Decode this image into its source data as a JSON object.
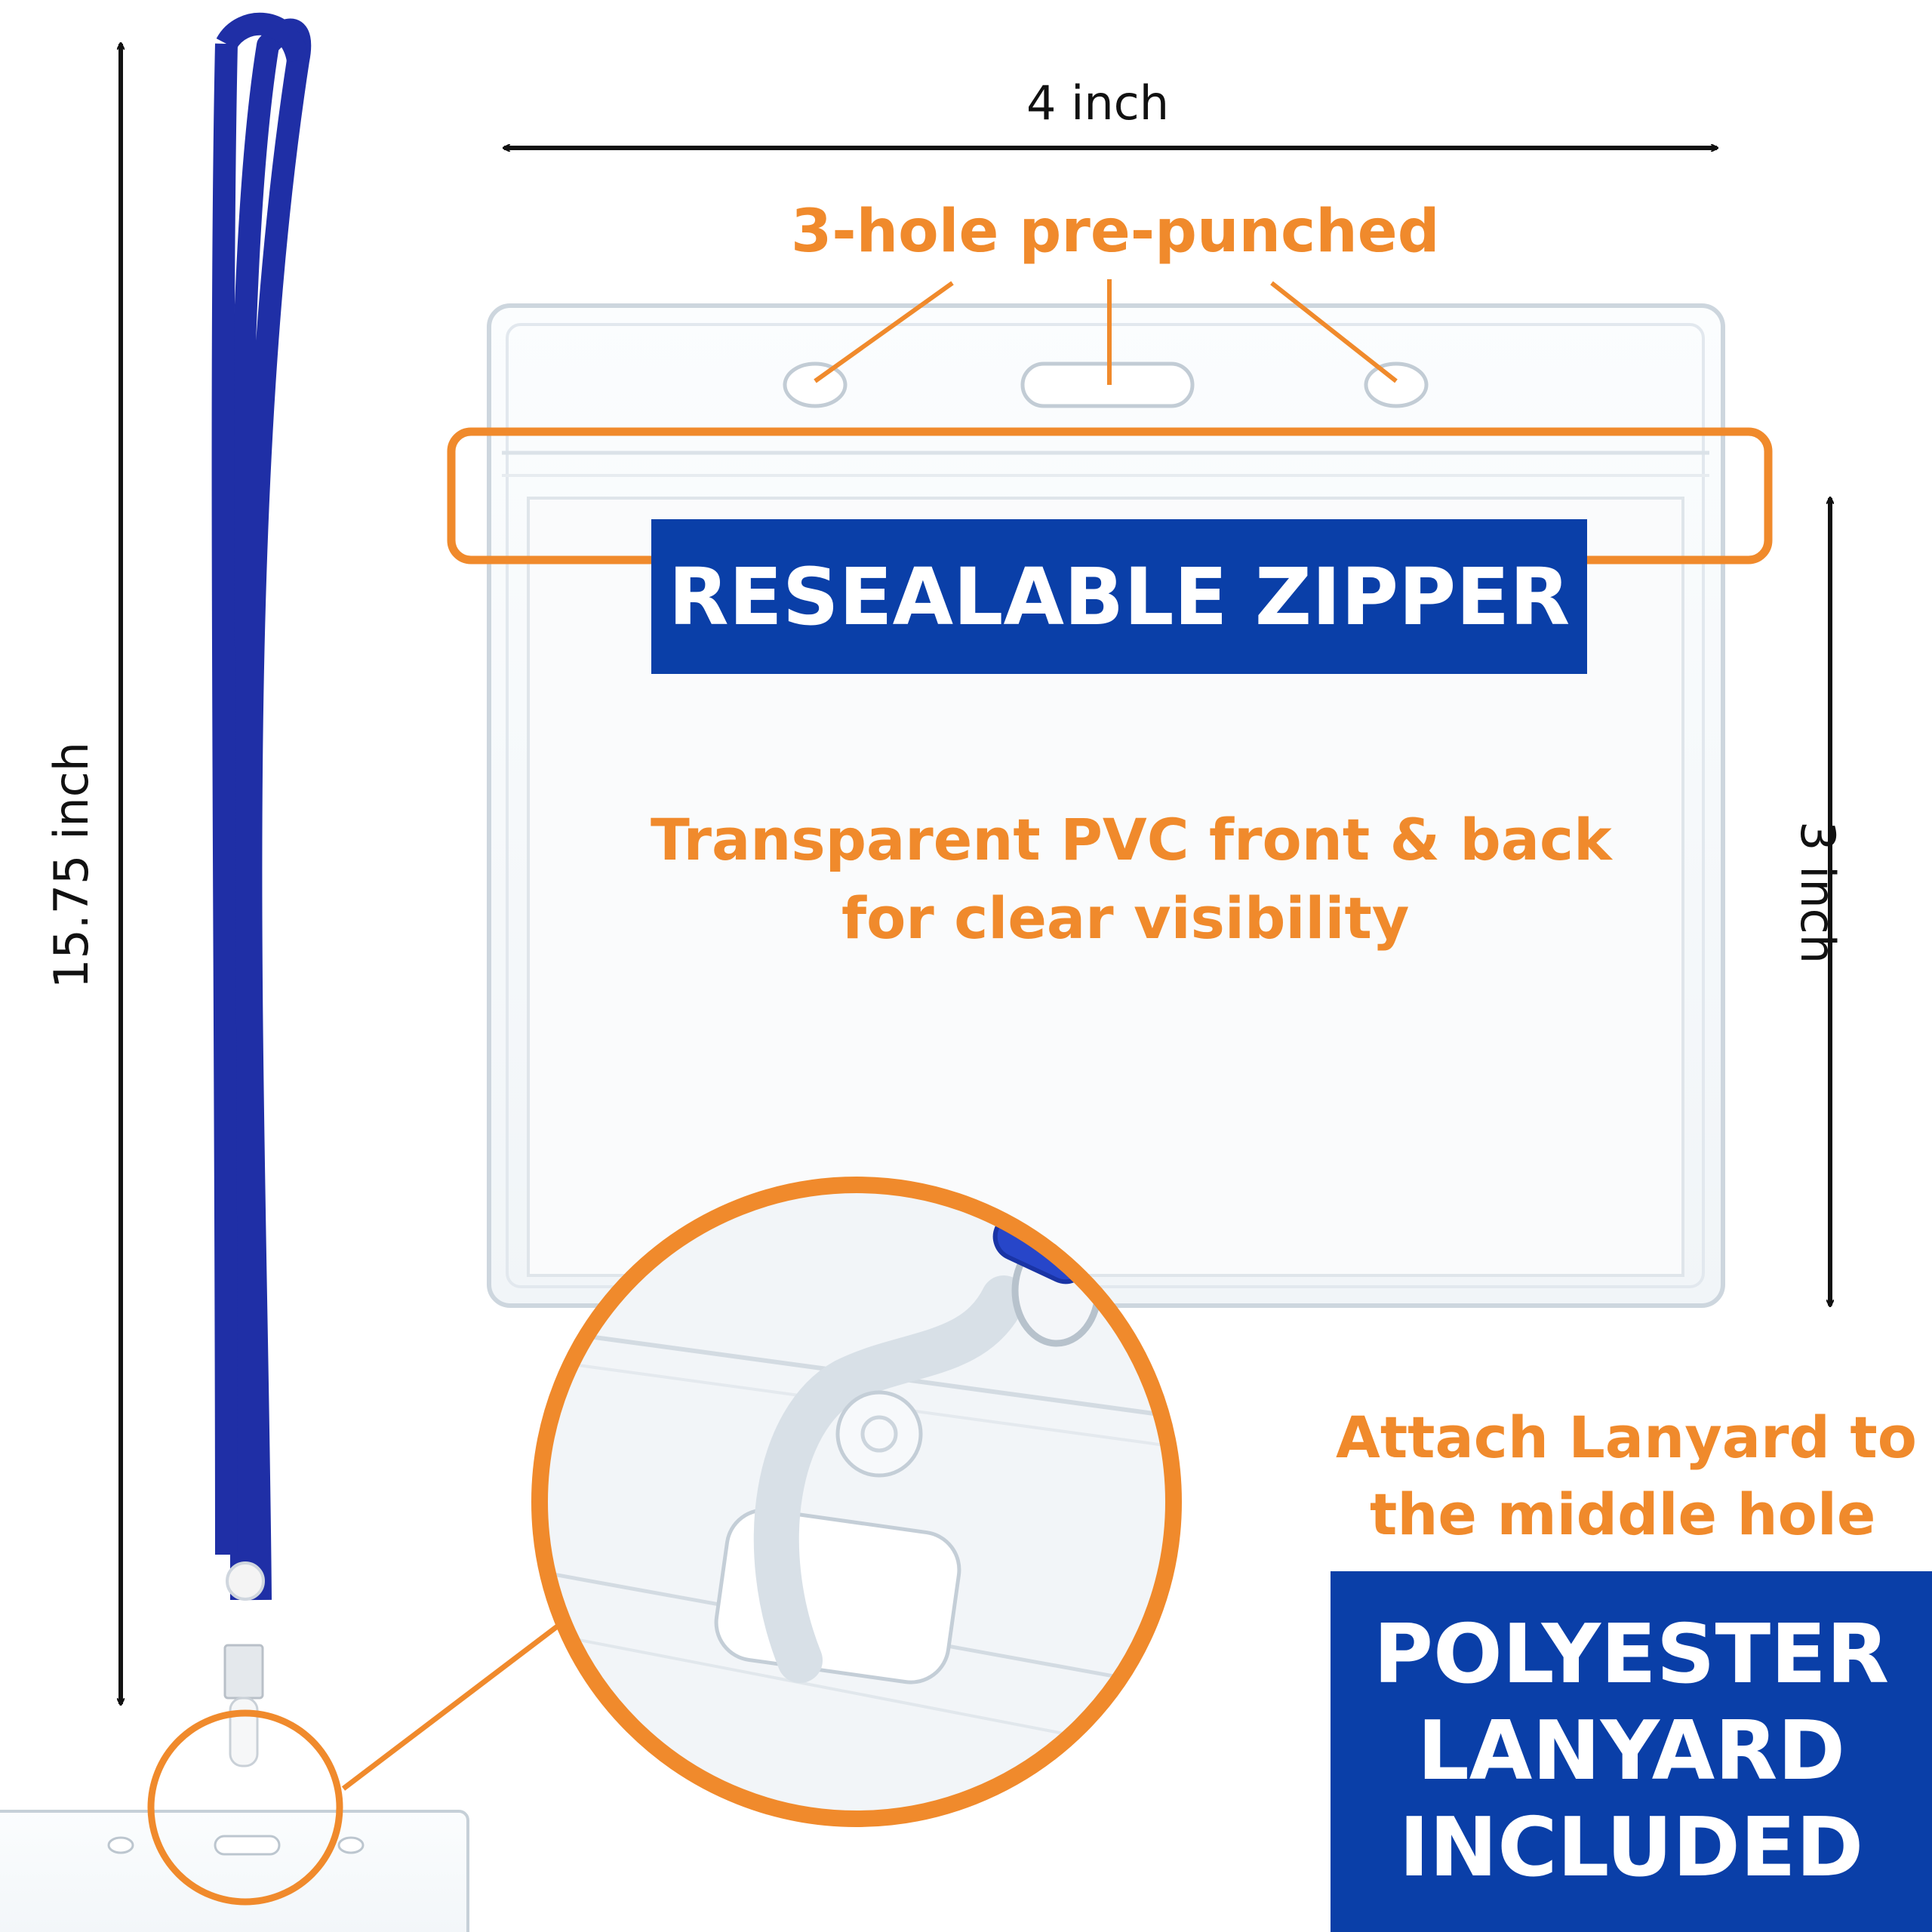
{
  "dimensions": {
    "width_label": "4 inch",
    "height_label": "3 inch",
    "lanyard_length_label": "15.75 inch"
  },
  "callouts": {
    "holes": "3-hole pre-punched",
    "zipper": "RESEALABLE ZIPPER",
    "material_line1": "Transparent PVC front & back",
    "material_line2": "for clear visibility",
    "attach_line1": "Attach Lanyard to",
    "attach_line2": "the middle hole",
    "lanyard_line1": "POLYESTER",
    "lanyard_line2": "LANYARD",
    "lanyard_line3": "INCLUDED"
  },
  "colors": {
    "accent_orange": "#F08A2C",
    "banner_blue": "#0A3FA8",
    "lanyard_blue": "#1F2FA6",
    "outline_black": "#111111"
  },
  "icons": [
    "double-arrow-icon",
    "lanyard-strap-icon",
    "badge-holder-icon",
    "magnifier-circle-icon"
  ]
}
